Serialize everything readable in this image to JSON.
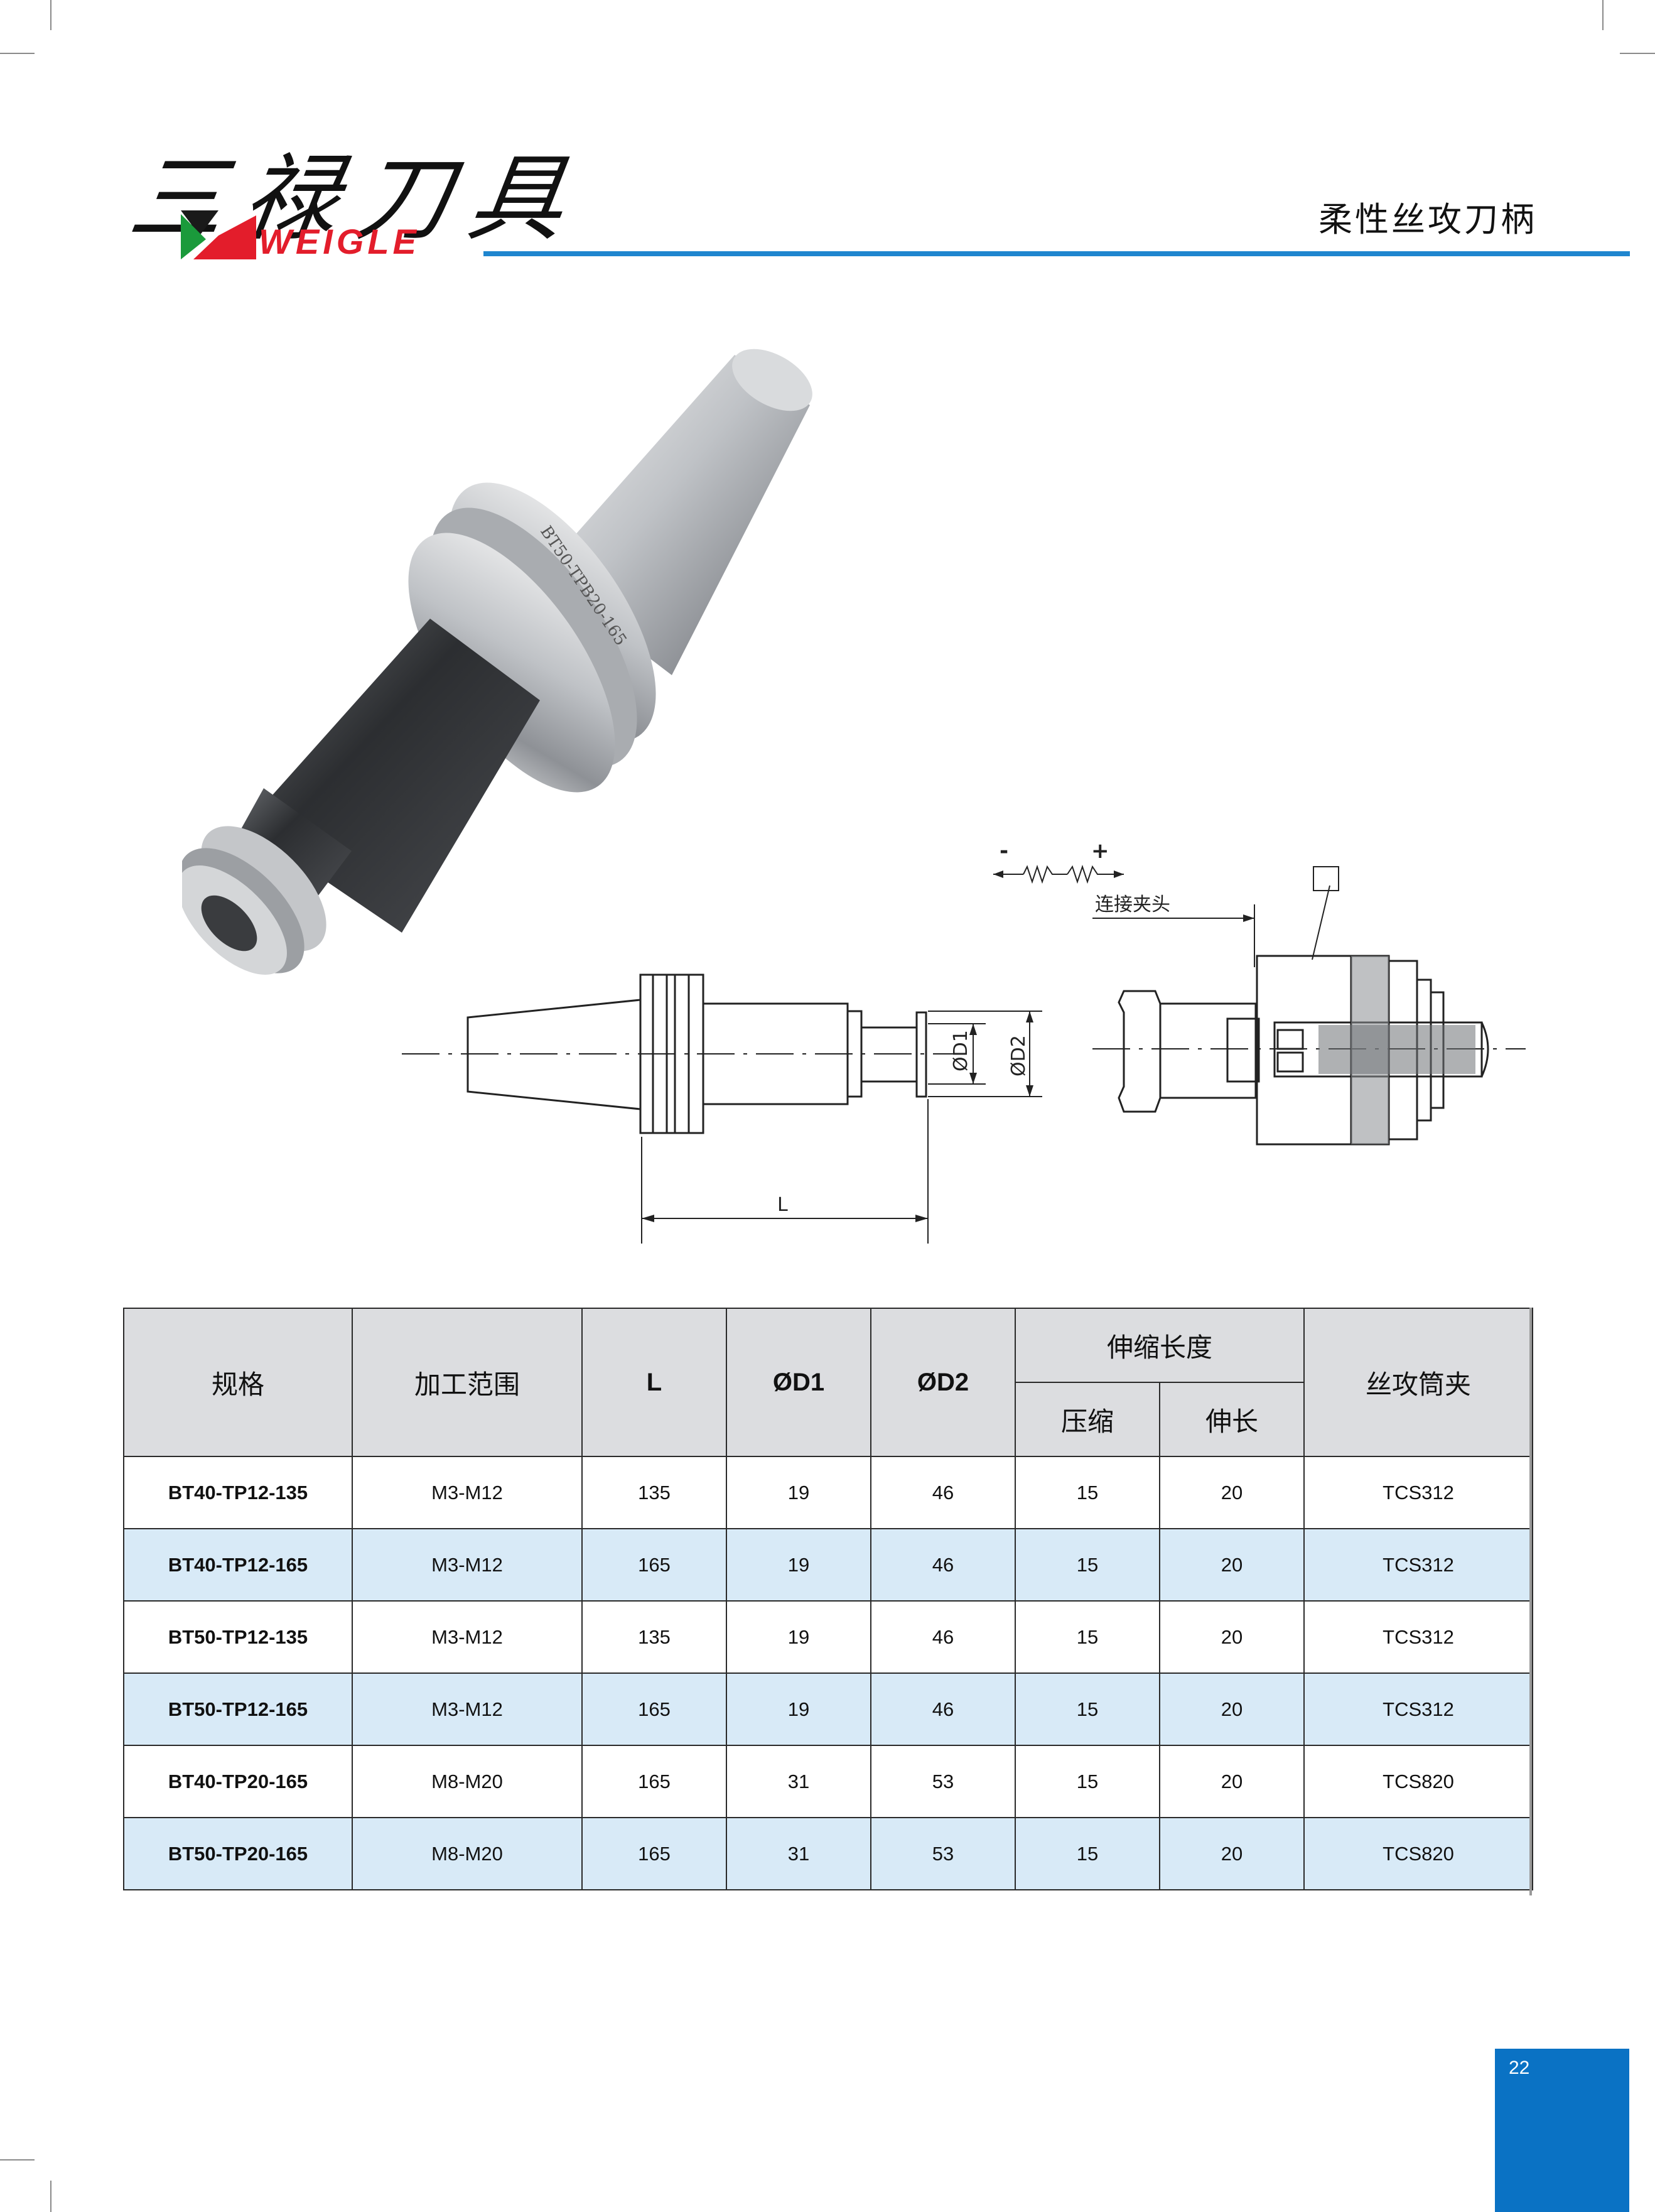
{
  "header": {
    "brand_cn": "三禄刀具",
    "brand_en": "WEIGLE",
    "title": "柔性丝攻刀柄",
    "accent_color": "#1f86cf",
    "logo_colors": [
      "#1a9a3b",
      "#e31d2b",
      "#1a1a1a"
    ]
  },
  "product_photo": {
    "engraving": "BT50-TPB20-165"
  },
  "drawing": {
    "minus_sign": "-",
    "plus_sign": "+",
    "connection_label": "连接夹头",
    "dim_L": "L",
    "dim_D1": "ØD1",
    "dim_D2": "ØD2"
  },
  "table": {
    "headers": {
      "spec": "规格",
      "range": "加工范围",
      "L": "L",
      "D1": "ØD1",
      "D2": "ØD2",
      "stroke": "伸缩长度",
      "compress": "压缩",
      "extend": "伸长",
      "collet": "丝攻筒夹"
    },
    "rows": [
      {
        "model": "BT40-TP12-135",
        "range": "M3-M12",
        "L": "135",
        "D1": "19",
        "D2": "46",
        "compress": "15",
        "extend": "20",
        "collet": "TCS312"
      },
      {
        "model": "BT40-TP12-165",
        "range": "M3-M12",
        "L": "165",
        "D1": "19",
        "D2": "46",
        "compress": "15",
        "extend": "20",
        "collet": "TCS312"
      },
      {
        "model": "BT50-TP12-135",
        "range": "M3-M12",
        "L": "135",
        "D1": "19",
        "D2": "46",
        "compress": "15",
        "extend": "20",
        "collet": "TCS312"
      },
      {
        "model": "BT50-TP12-165",
        "range": "M3-M12",
        "L": "165",
        "D1": "19",
        "D2": "46",
        "compress": "15",
        "extend": "20",
        "collet": "TCS312"
      },
      {
        "model": "BT40-TP20-165",
        "range": "M8-M20",
        "L": "165",
        "D1": "31",
        "D2": "53",
        "compress": "15",
        "extend": "20",
        "collet": "TCS820"
      },
      {
        "model": "BT50-TP20-165",
        "range": "M8-M20",
        "L": "165",
        "D1": "31",
        "D2": "53",
        "compress": "15",
        "extend": "20",
        "collet": "TCS820"
      }
    ],
    "alt_row_color": "#d8eaf7",
    "header_bg": "#dcdde0"
  },
  "footer": {
    "page_number": "22"
  }
}
